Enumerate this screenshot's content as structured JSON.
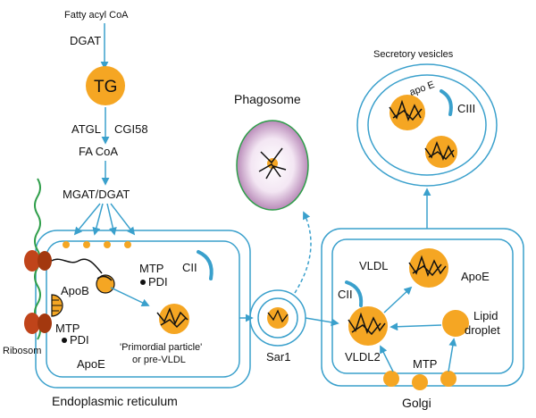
{
  "pathway": {
    "fatty_acyl_coa": "Fatty acyl CoA",
    "dgat": "DGAT",
    "tg": "TG",
    "atgl": "ATGL",
    "cgi58": "CGI58",
    "fa_coa": "FA CoA",
    "mgat_dgat": "MGAT/DGAT"
  },
  "er": {
    "label": "Endoplasmic reticulum",
    "mtp": "MTP",
    "pdi": "PDI",
    "cii": "CII",
    "apob": "ApoB",
    "mtp2": "MTP",
    "pdi2": "PDI",
    "ribosome": "Ribosom",
    "apoe": "ApoE",
    "primordial_line1": "'Primordial particle'",
    "primordial_line2": "or pre-VLDL"
  },
  "sar1": "Sar1",
  "phagosome": "Phagosome",
  "secretory": {
    "label": "Secretory vesicles",
    "apoe": "apo E",
    "ciii": "CIII"
  },
  "golgi": {
    "label": "Golgi",
    "vldl": "VLDL",
    "apoe": "ApoE",
    "cii": "CII",
    "vldl2": "VLDL2",
    "lipid_line1": "Lipid",
    "lipid_line2": "droplet",
    "mtp": "MTP"
  },
  "colors": {
    "membrane": "#3aa0cc",
    "lipid": "#f5a623",
    "ribosome": "#c0441a",
    "mrna": "#2f9e4a",
    "phagosome_fill": "#c9a6c9"
  }
}
